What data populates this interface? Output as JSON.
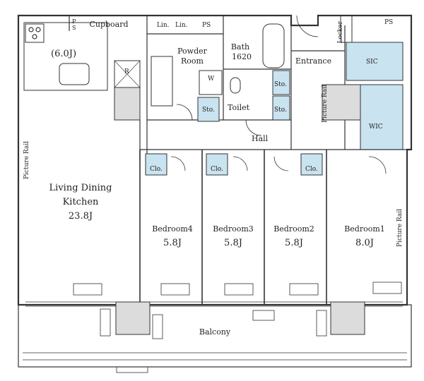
{
  "rooms": {
    "ldk": {
      "name1": "Living Dining",
      "name2": "Kitchen",
      "size": "23.8J"
    },
    "kitchen_size": "(6.0J)",
    "bedroom1": {
      "name": "Bedroom1",
      "size": "8.0J"
    },
    "bedroom2": {
      "name": "Bedroom2",
      "size": "5.8J"
    },
    "bedroom3": {
      "name": "Bedroom3",
      "size": "5.8J"
    },
    "bedroom4": {
      "name": "Bedroom4",
      "size": "5.8J"
    },
    "powder": {
      "line1": "Powder",
      "line2": "Room"
    },
    "bath": {
      "name": "Bath",
      "size": "1620"
    },
    "toilet": "Toilet",
    "entrance": "Entrance",
    "hall": "Hall",
    "balcony": "Balcony",
    "sic": "SIC",
    "wic": "WIC"
  },
  "fixtures": {
    "cupboard": "Cupboard",
    "ps": "PS",
    "ps_small": "P\nS",
    "lin": "Lin.",
    "sto": "Sto.",
    "clo": "Clo.",
    "refrigerator": "R",
    "washer": "W",
    "locker": "Locker",
    "picture_rail": "Picture Rail"
  },
  "colors": {
    "storage_fill": "#c9e3f0",
    "wall": "#333333",
    "wet_fill": "#dcdcdc"
  }
}
